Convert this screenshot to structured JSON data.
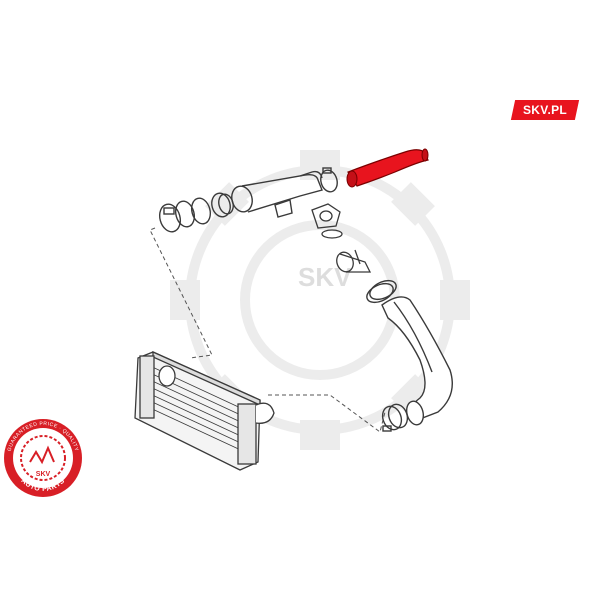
{
  "brand": {
    "label": "SKV.PL",
    "color": "#e8141e"
  },
  "seal": {
    "top_text": "GUARANTEED PRICE · QUALITY",
    "bottom_text": "AUTO PARTS",
    "center_text": "SKV",
    "color": "#d81f26"
  },
  "watermark": {
    "text": "SKV"
  },
  "diagram": {
    "highlighted_part": "red-intercooler-hose",
    "highlight_color": "#e8141e",
    "line_color": "#3a3a3a"
  }
}
